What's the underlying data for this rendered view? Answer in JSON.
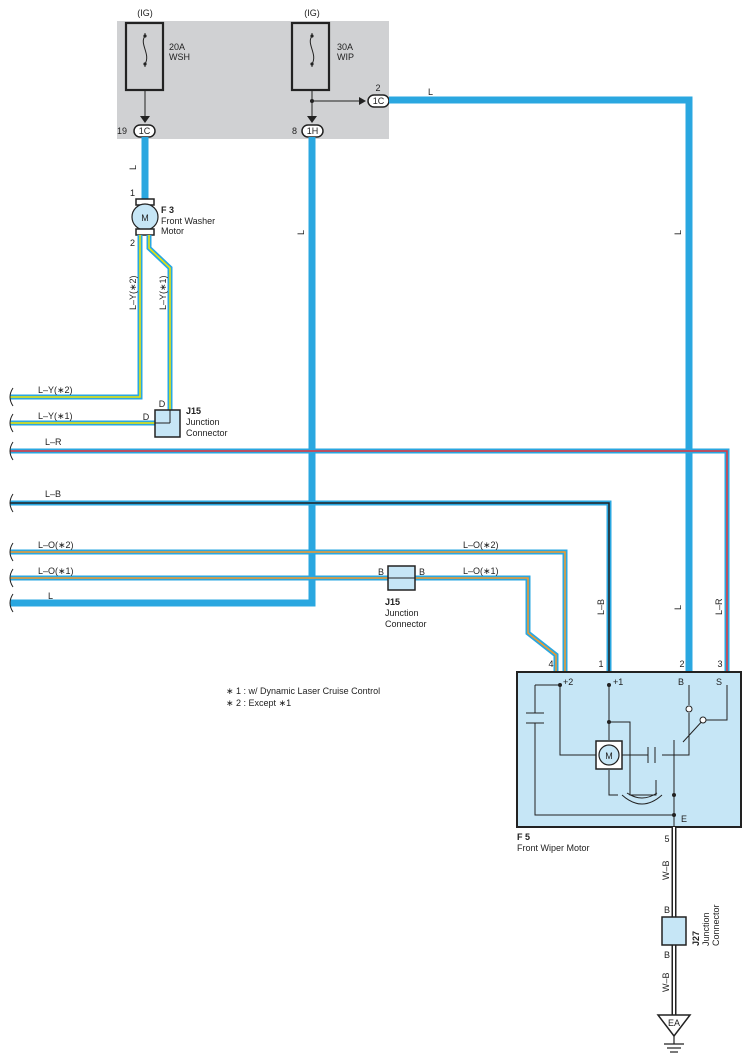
{
  "fuse_box": {
    "fuse_wsh": {
      "supply": "(IG)",
      "rating": "20A",
      "name": "WSH"
    },
    "fuse_wip": {
      "supply": "(IG)",
      "rating": "30A",
      "name": "WIP"
    },
    "connector_19": {
      "pin": "19",
      "code": "1C"
    },
    "connector_8": {
      "pin": "8",
      "code": "1H"
    },
    "connector_2": {
      "pin": "2",
      "code": "1C"
    }
  },
  "washer_motor": {
    "id": "F 3",
    "line1": "Front Washer",
    "line2": "Motor",
    "pin1": "1",
    "pin2": "2",
    "symbol": "M"
  },
  "wiper_motor": {
    "id": "F 5",
    "name": "Front Wiper Motor",
    "symbol": "M",
    "pins": {
      "p4": "4",
      "p1": "1",
      "p2": "2",
      "p3": "3",
      "p5": "5"
    },
    "terms": {
      "plus2": "+2",
      "plus1": "+1",
      "b": "B",
      "s": "S",
      "e": "E"
    }
  },
  "j15_upper": {
    "id": "J15",
    "line1": "Junction",
    "line2": "Connector",
    "pin": "D"
  },
  "j15_lower": {
    "id": "J15",
    "line1": "Junction",
    "line2": "Connector",
    "pin": "B"
  },
  "j27": {
    "id": "J27",
    "line1": "Junction",
    "line2": "Connector",
    "pin": "B"
  },
  "ground": {
    "code": "EA"
  },
  "wires": {
    "L": "L",
    "L_Y2": "L–Y(∗2)",
    "L_Y1": "L–Y(∗1)",
    "L_R": "L–R",
    "L_B": "L–B",
    "L_O2": "L–O(∗2)",
    "L_O1": "L–O(∗1)",
    "W_B": "W–B"
  },
  "notes": {
    "n1": "∗ 1 : w/ Dynamic Laser Cruise Control",
    "n2": "∗ 2 : Except ∗1"
  },
  "colors": {
    "fuse_box_bg": "#d0d1d3",
    "component_fill": "#c6e6f6",
    "wire_blue": "#2aa7e0",
    "wire_yellow": "#f2e500",
    "wire_red": "#e8333a",
    "wire_black": "#222222",
    "wire_orange": "#f39a2b",
    "wire_white": "#ffffff"
  }
}
